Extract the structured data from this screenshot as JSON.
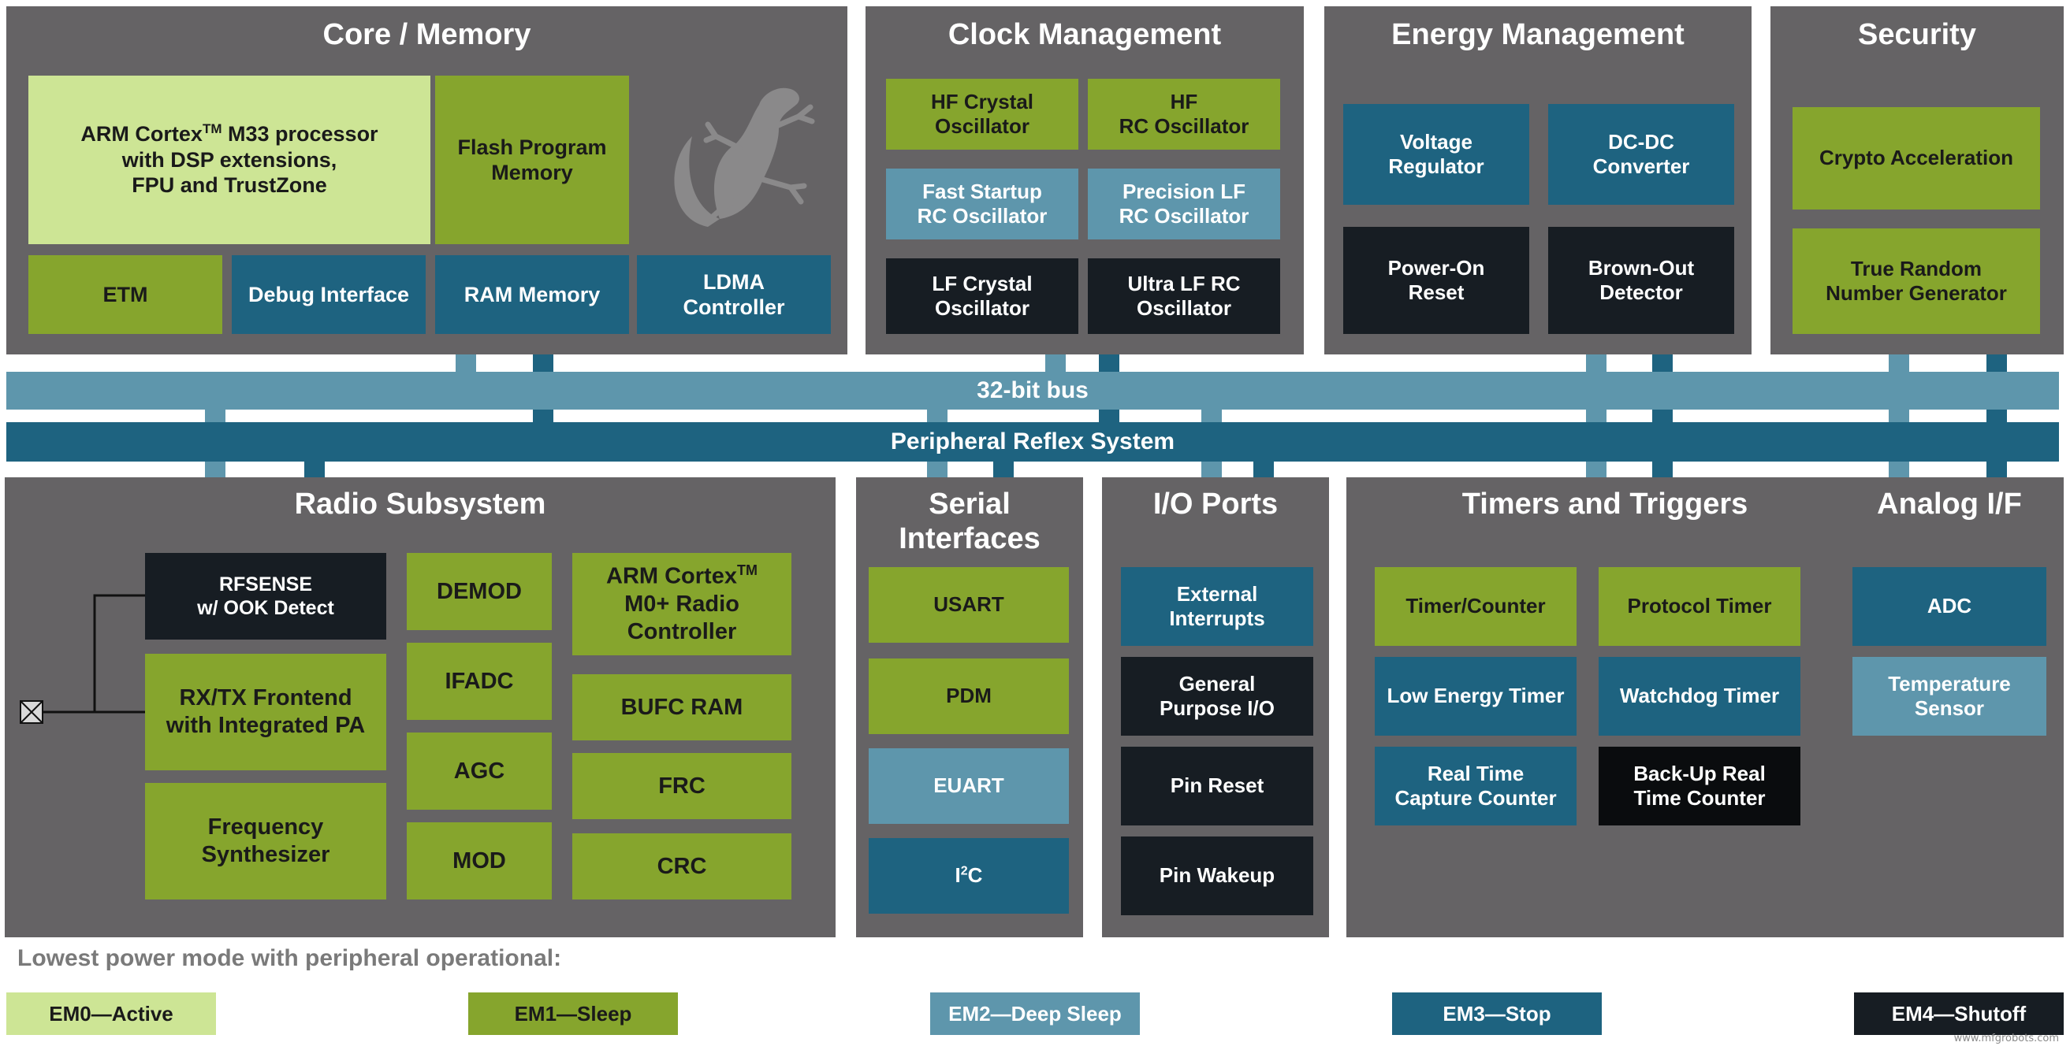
{
  "colors": {
    "panel": "#656365",
    "em0": "#cde595",
    "em1": "#86a52d",
    "em2": "#5e96ac",
    "em3": "#1e6380",
    "em4": "#171d23",
    "bus32": "#5e96ac",
    "prs": "#1e6380"
  },
  "sections": {
    "core": {
      "title": "Core / Memory",
      "cpu": {
        "pre": "ARM Cortex",
        "sup": "TM",
        "post": " M33 processor\nwith DSP extensions,\nFPU and TrustZone"
      },
      "flash": "Flash Program\nMemory",
      "etm": "ETM",
      "debug": "Debug Interface",
      "ram": "RAM Memory",
      "ldma": "LDMA\nController",
      "logo_icon": "gecko-logo-icon"
    },
    "clock": {
      "title": "Clock Management",
      "hfxo": "HF Crystal\nOscillator",
      "hfrco": "HF\nRC Oscillator",
      "fsrco": "Fast Startup\nRC Oscillator",
      "lfrco": "Precision LF\nRC Oscillator",
      "lfxo": "LF Crystal\nOscillator",
      "ulfrco": "Ultra LF RC\nOscillator"
    },
    "energy": {
      "title": "Energy Management",
      "vreg": "Voltage\nRegulator",
      "dcdc": "DC-DC\nConverter",
      "por": "Power-On\nReset",
      "bod": "Brown-Out\nDetector"
    },
    "security": {
      "title": "Security",
      "crypto": "Crypto Acceleration",
      "trng": "True Random\nNumber Generator"
    },
    "radio": {
      "title": "Radio Subsystem",
      "rfsense": "RFSENSE\nw/ OOK Detect",
      "frontend": "RX/TX Frontend\nwith Integrated PA",
      "synth": "Frequency\nSynthesizer",
      "demod": "DEMOD",
      "ifadc": "IFADC",
      "agc": "AGC",
      "mod": "MOD",
      "m0": {
        "pre": "ARM Cortex",
        "sup": "TM",
        "post": "\nM0+ Radio\nController"
      },
      "bufc": "BUFC RAM",
      "frc": "FRC",
      "crc": "CRC",
      "antenna_icon": "antenna-icon"
    },
    "serial": {
      "title": "Serial\nInterfaces",
      "usart": "USART",
      "pdm": "PDM",
      "euart": "EUART",
      "i2c": {
        "pre": "I",
        "sup": "2",
        "post": "C"
      }
    },
    "io": {
      "title": "I/O Ports",
      "extint": "External\nInterrupts",
      "gpio": "General\nPurpose I/O",
      "pinreset": "Pin Reset",
      "pinwakeup": "Pin Wakeup"
    },
    "timers": {
      "title": "Timers and Triggers",
      "timer": "Timer/Counter",
      "protimer": "Protocol Timer",
      "letimer": "Low Energy Timer",
      "wdog": "Watchdog Timer",
      "rtcc": "Real Time\nCapture Counter",
      "burtc": "Back-Up Real\nTime Counter"
    },
    "analog": {
      "title": "Analog I/F",
      "adc": "ADC",
      "temp": "Temperature\nSensor"
    }
  },
  "bus": {
    "bus32": "32-bit bus",
    "prs": "Peripheral Reflex System"
  },
  "legend": {
    "title": "Lowest power mode with peripheral operational:",
    "items": [
      "EM0—Active",
      "EM1—Sleep",
      "EM2—Deep Sleep",
      "EM3—Stop",
      "EM4—Shutoff"
    ]
  },
  "watermark": "www.mfgrobots.com"
}
